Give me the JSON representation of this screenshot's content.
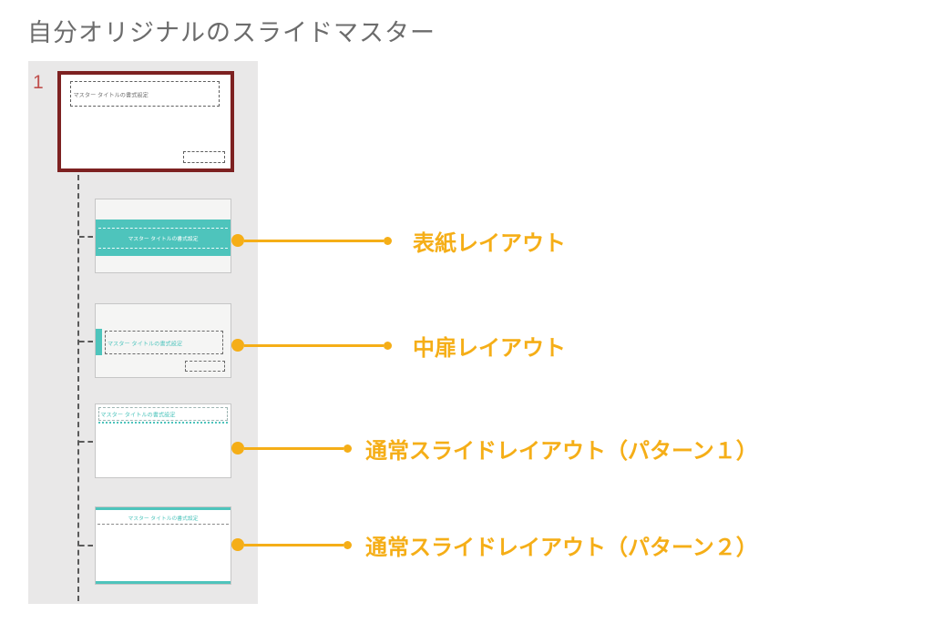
{
  "page": {
    "title": "自分オリジナルのスライドマスター"
  },
  "colors": {
    "accent_orange": "#f5ae17",
    "accent_teal": "#4ec4bc",
    "master_border_maroon": "#7d2121",
    "slide_number_red": "#c0504d",
    "panel_gray": "#e9e8e8",
    "title_gray": "#6c6c6c"
  },
  "master_panel": {
    "slide_number": "1",
    "master": {
      "placeholder_text": "マスター タイトルの書式設定"
    },
    "layouts": [
      {
        "name": "cover-layout",
        "placeholder_text": "マスター タイトルの書式設定",
        "label": "表紙レイアウト"
      },
      {
        "name": "section-divider-layout",
        "placeholder_text": "マスター タイトルの書式設定",
        "label": "中扉レイアウト"
      },
      {
        "name": "normal-layout-pattern1",
        "placeholder_text": "マスター タイトルの書式設定",
        "label": "通常スライドレイアウト（パターン１）"
      },
      {
        "name": "normal-layout-pattern2",
        "placeholder_text": "マスター タイトルの書式設定",
        "label": "通常スライドレイアウト（パターン２）"
      }
    ]
  }
}
